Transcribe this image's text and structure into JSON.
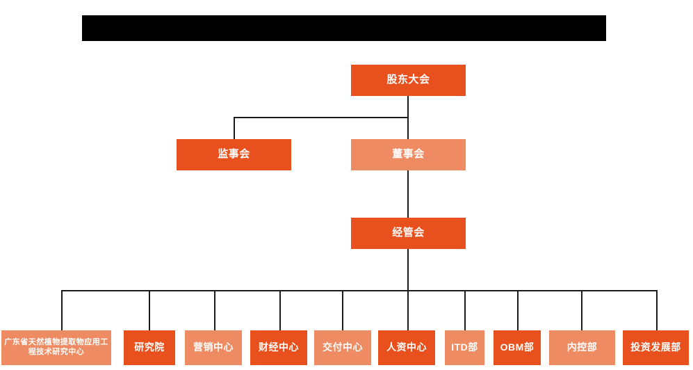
{
  "page": {
    "title_bar": {
      "name": "redacted-title-bar",
      "redacted": true,
      "color": "#000000"
    },
    "background_color": "#FFFFFF"
  },
  "palette": {
    "dark_orange": "#E8511D",
    "light_orange": "#EE8B62",
    "line_color": "#1A1A1A",
    "text_color": "#FFFFFF"
  },
  "org_chart": {
    "type": "organizational-hierarchy",
    "levels": [
      {
        "level": 1,
        "nodes": [
          {
            "id": "shareholders",
            "label": "股东大会",
            "tone": "dark"
          }
        ]
      },
      {
        "level": 2,
        "nodes": [
          {
            "id": "supervisors",
            "label": "监事会",
            "tone": "dark"
          },
          {
            "id": "directors",
            "label": "董事会",
            "tone": "light"
          }
        ]
      },
      {
        "level": 3,
        "nodes": [
          {
            "id": "management",
            "label": "经管会",
            "tone": "dark"
          }
        ]
      },
      {
        "level": 4,
        "nodes": [
          {
            "id": "dept-1",
            "label": "广东省天然植物提取物应用工程技术研究中心",
            "tone": "light"
          },
          {
            "id": "dept-2",
            "label": "研究院",
            "tone": "dark"
          },
          {
            "id": "dept-3",
            "label": "营销中心",
            "tone": "light"
          },
          {
            "id": "dept-4",
            "label": "财经中心",
            "tone": "dark"
          },
          {
            "id": "dept-5",
            "label": "交付中心",
            "tone": "light"
          },
          {
            "id": "dept-6",
            "label": "人资中心",
            "tone": "dark"
          },
          {
            "id": "dept-7",
            "label": "ITD部",
            "tone": "light"
          },
          {
            "id": "dept-8",
            "label": "OBM部",
            "tone": "dark"
          },
          {
            "id": "dept-9",
            "label": "内控部",
            "tone": "light"
          },
          {
            "id": "dept-10",
            "label": "投资发展部",
            "tone": "dark"
          }
        ]
      }
    ],
    "relationships": [
      {
        "from": "shareholders",
        "to": "supervisors"
      },
      {
        "from": "shareholders",
        "to": "directors"
      },
      {
        "from": "directors",
        "to": "management"
      },
      {
        "from": "management",
        "to": "dept-1"
      },
      {
        "from": "management",
        "to": "dept-2"
      },
      {
        "from": "management",
        "to": "dept-3"
      },
      {
        "from": "management",
        "to": "dept-4"
      },
      {
        "from": "management",
        "to": "dept-5"
      },
      {
        "from": "management",
        "to": "dept-6"
      },
      {
        "from": "management",
        "to": "dept-7"
      },
      {
        "from": "management",
        "to": "dept-8"
      },
      {
        "from": "management",
        "to": "dept-9"
      },
      {
        "from": "management",
        "to": "dept-10"
      }
    ]
  }
}
